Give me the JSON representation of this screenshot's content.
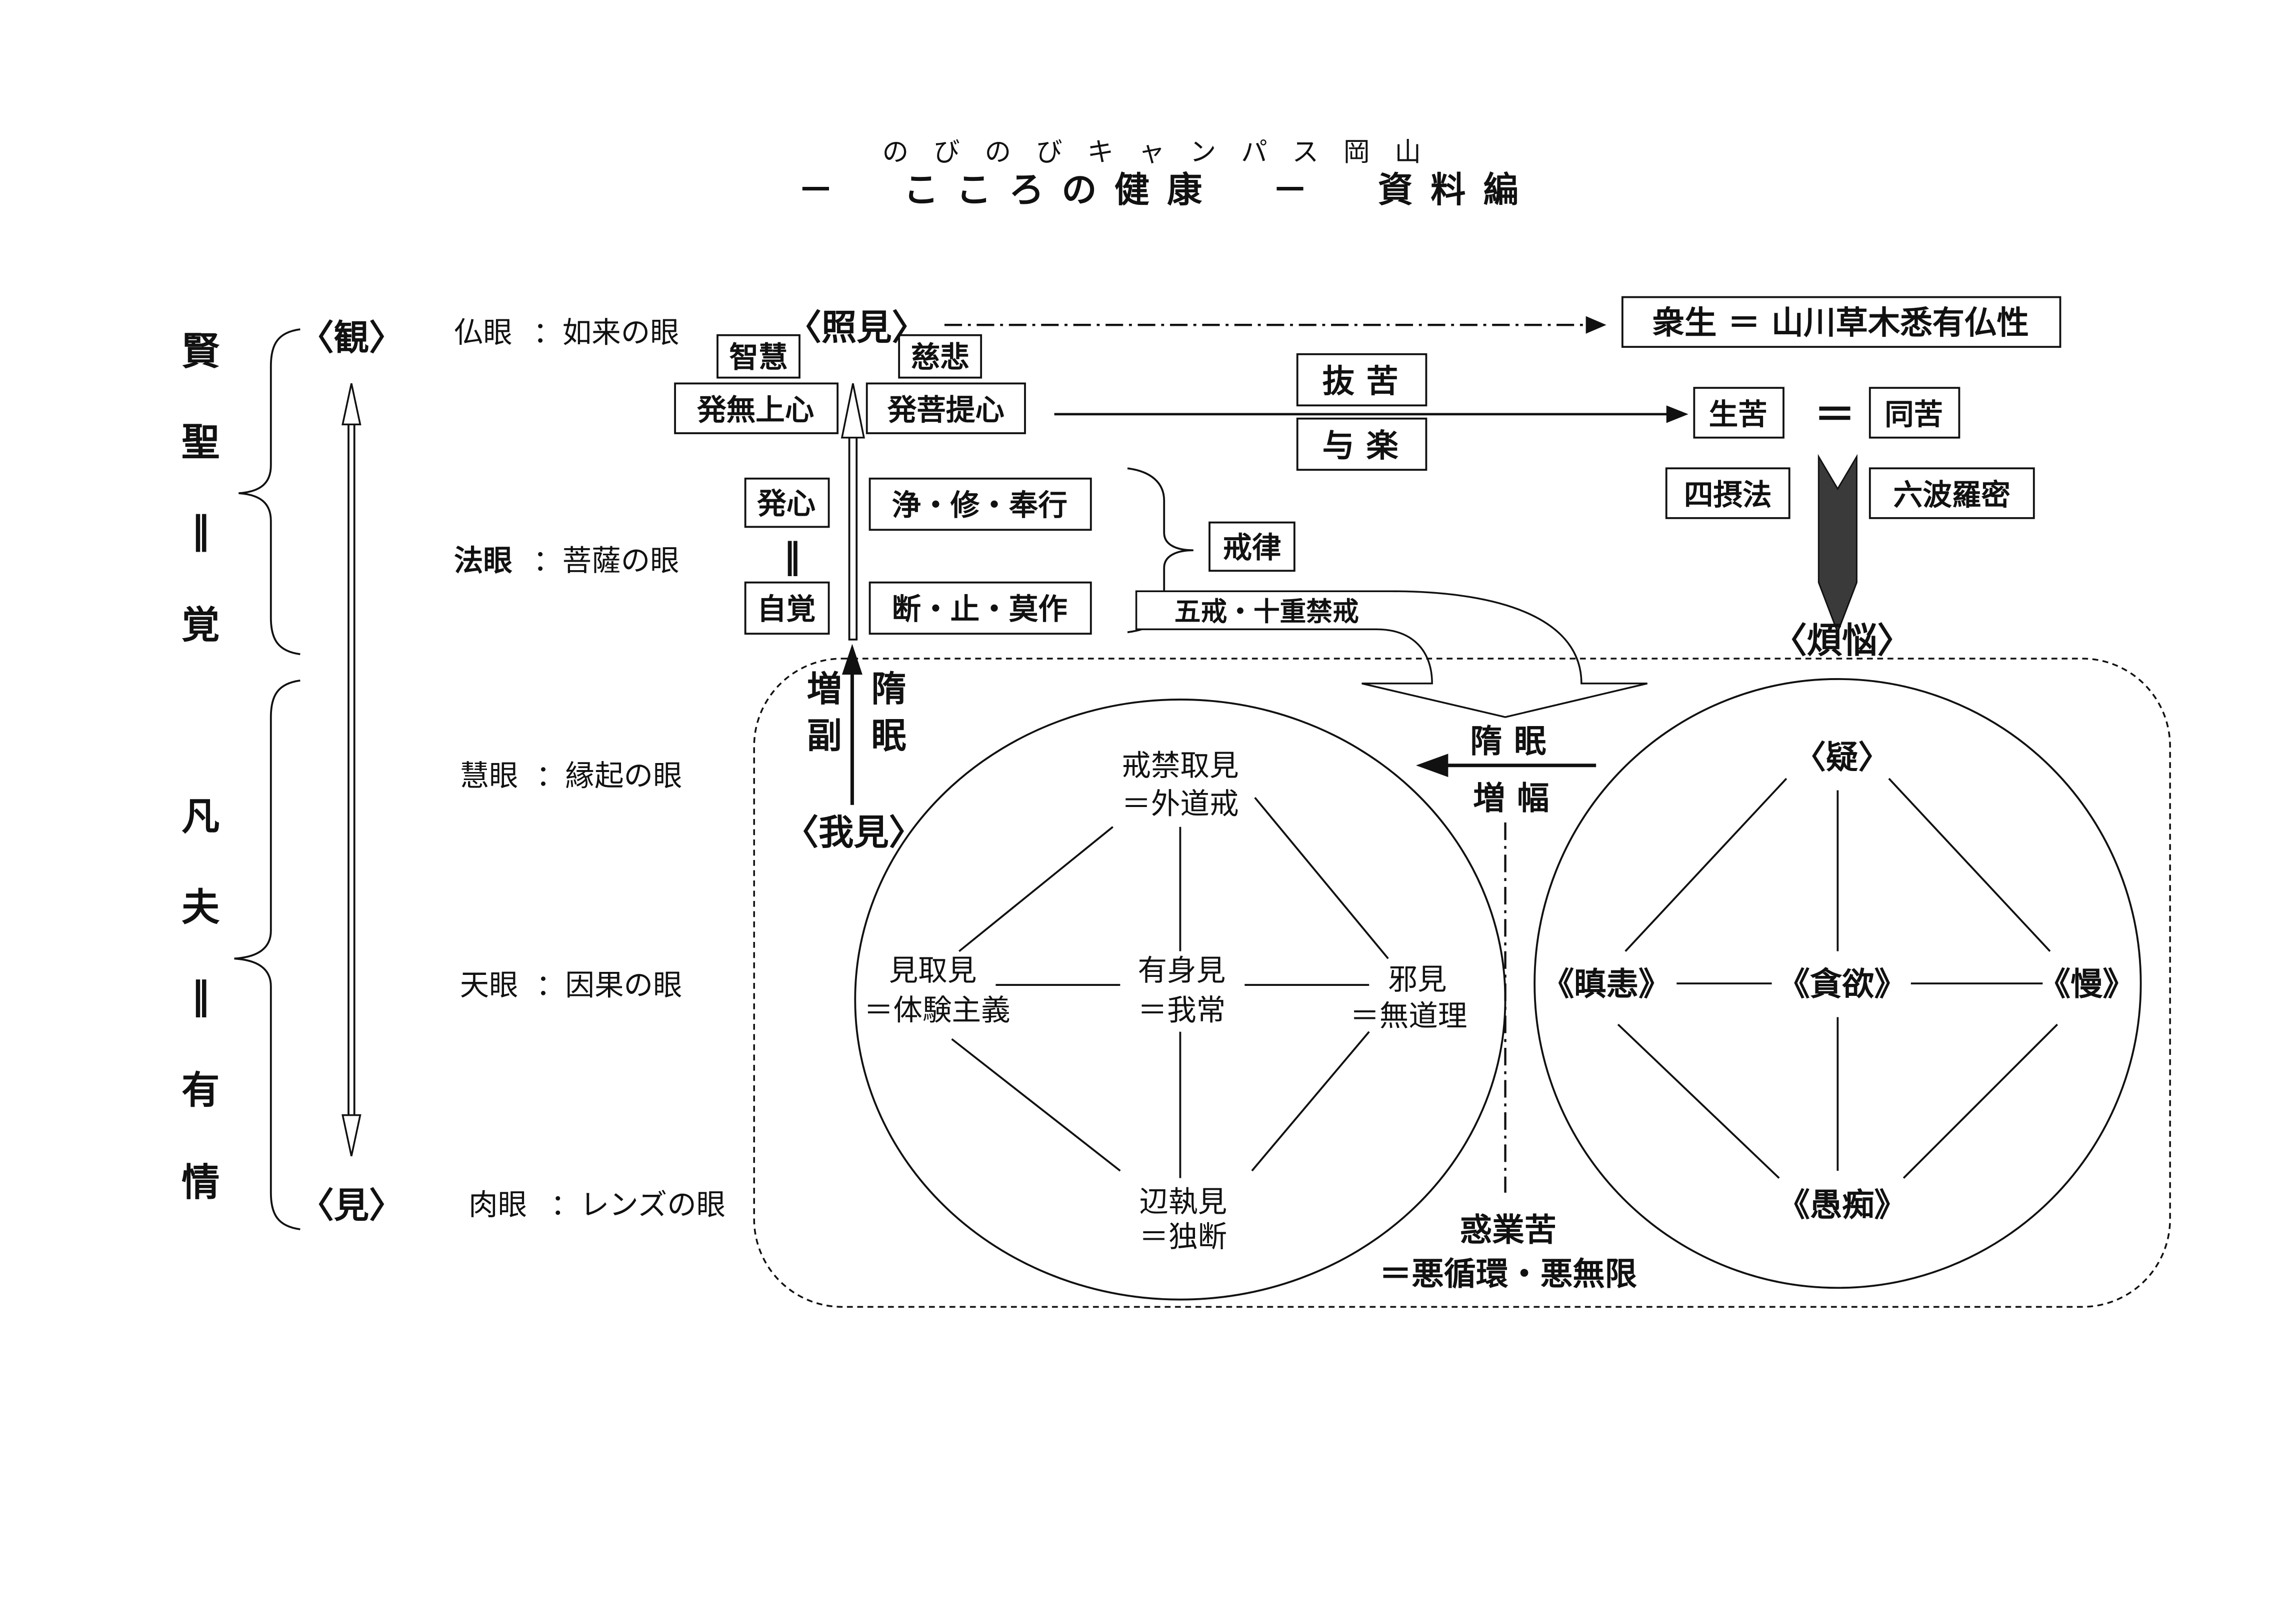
{
  "header": {
    "subtitle": "のびのびキャンパス岡山",
    "title": "－　こころの健康　－　資料編"
  },
  "left_column": {
    "sage": [
      "賢",
      "聖",
      "‖",
      "覚"
    ],
    "ordinary": [
      "凡",
      "夫",
      "‖",
      "有",
      "情"
    ]
  },
  "axis": {
    "top": "〈観〉",
    "bottom": "〈見〉"
  },
  "eyes": [
    {
      "name": "仏眼",
      "desc": "：如来の眼"
    },
    {
      "name": "法眼",
      "desc": "：菩薩の眼"
    },
    {
      "name": "慧眼",
      "desc": "：縁起の眼"
    },
    {
      "name": "天眼",
      "desc": "：因果の眼"
    },
    {
      "name": "肉眼",
      "desc": "：レンズの眼"
    }
  ],
  "top": {
    "shoken": "〈照見〉",
    "chie": "智慧",
    "jihi": "慈悲",
    "hotsu_mujoshin": "発無上心",
    "hotsu_bodaishin": "発菩提心",
    "shujo": "衆生 ＝ 山川草木悉有仏性",
    "bakku": "抜苦",
    "yoraku": "与楽",
    "shoku": "生苦",
    "equals": "＝",
    "doku": "同苦",
    "shishoho": "四摂法",
    "roppa": "六波羅密",
    "bonno": "〈煩悩〉"
  },
  "practice": {
    "hosshin": "発心",
    "equals": "‖",
    "jikaku": "自覚",
    "jo_shu_bugyo": "浄・修・奉行",
    "dan_shi_makusa": "断・止・莫作",
    "kairitsu": "戒律",
    "gokai": "五戒・十重禁戒",
    "zofuku": [
      "増",
      "副"
    ],
    "zuimin": [
      "隋",
      "眠"
    ],
    "gaken": "〈我見〉"
  },
  "views": {
    "kaigon": {
      "name": "戒禁取見",
      "gloss": "＝外道戒"
    },
    "kenshu": {
      "name": "見取見",
      "gloss": "＝体験主義"
    },
    "ushin": {
      "name": "有身見",
      "gloss": "＝我常"
    },
    "jaken": {
      "name": "邪見",
      "gloss": "＝無道理"
    },
    "henshu": {
      "name": "辺執見",
      "gloss": "＝独断"
    }
  },
  "kleshas": {
    "gi": "〈疑〉",
    "shinni": "《瞋恚》",
    "tonyoku": "《貪欲》",
    "man": "《慢》",
    "guchi": "《愚痴》"
  },
  "middle": {
    "zuimin": "隋眠",
    "zofuku": "増幅",
    "wakugoku": "惑業苦",
    "cycle": "＝悪循環・悪無限"
  }
}
